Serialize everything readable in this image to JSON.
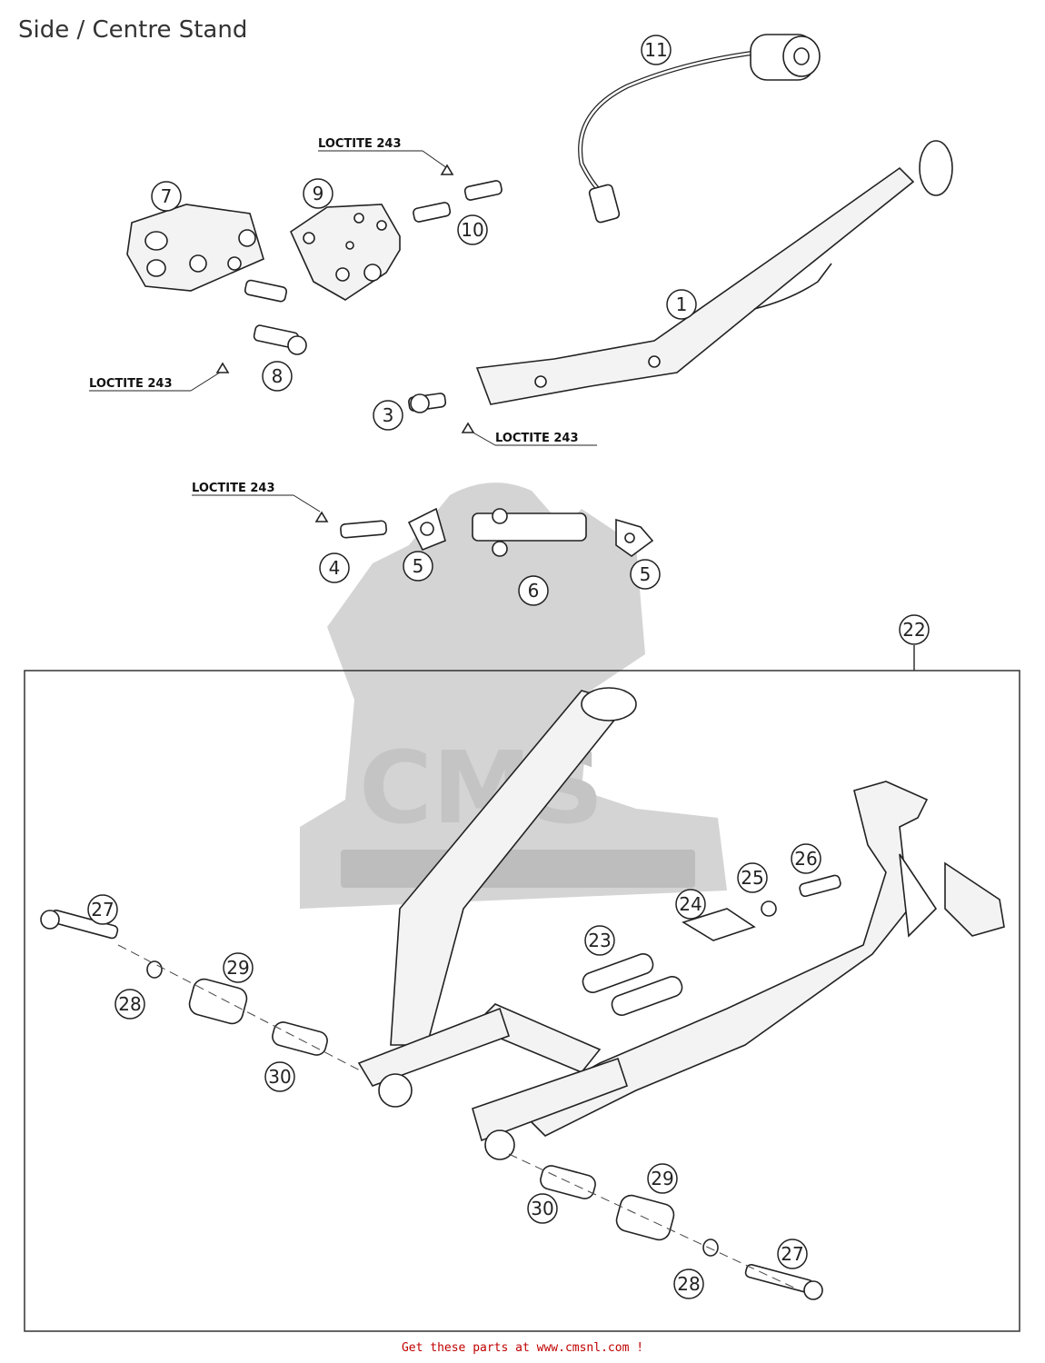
{
  "page": {
    "title": "Side / Centre Stand",
    "footer": "Get these parts at www.cmsnl.com  !"
  },
  "loctite_labels": {
    "l1": "LOCTITE 243",
    "l2": "LOCTITE 243",
    "l3": "LOCTITE 243",
    "l4": "LOCTITE 243"
  },
  "callouts": {
    "c1": "1",
    "c3": "3",
    "c4": "4",
    "c5a": "5",
    "c5b": "5",
    "c6": "6",
    "c7": "7",
    "c8": "8",
    "c9": "9",
    "c10": "10",
    "c11": "11",
    "c22": "22",
    "c23": "23",
    "c24": "24",
    "c25": "25",
    "c26": "26",
    "c27a": "27",
    "c27b": "27",
    "c28a": "28",
    "c28b": "28",
    "c29a": "29",
    "c29b": "29",
    "c30a": "30",
    "c30b": "30"
  },
  "watermark": {
    "text": "CMS"
  }
}
